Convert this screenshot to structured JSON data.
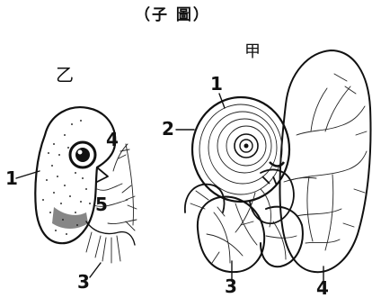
{
  "figure": {
    "caption": "（子 圖）",
    "panel_left": {
      "label": "乙",
      "numbers": [
        "1",
        "4",
        "5",
        "3"
      ]
    },
    "panel_right": {
      "label": "甲",
      "numbers": [
        "1",
        "2",
        "3",
        "4"
      ]
    }
  }
}
